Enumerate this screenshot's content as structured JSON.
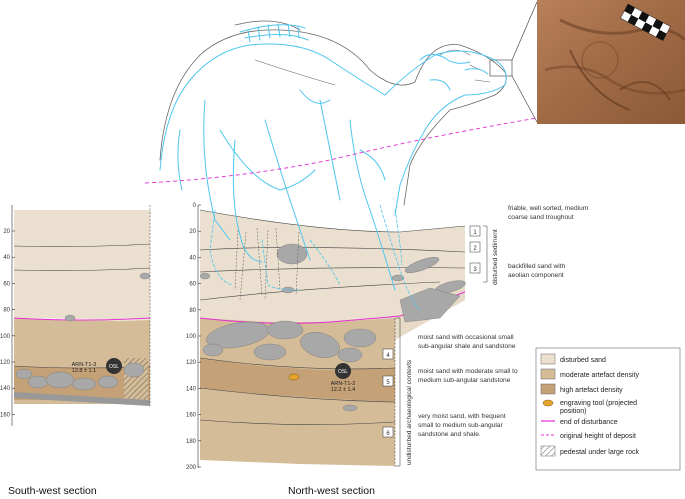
{
  "captions": {
    "southwest": "South-west section",
    "northwest": "North-west section"
  },
  "southwest_axis": [
    "20",
    "40",
    "60",
    "80",
    "100",
    "120",
    "140",
    "160"
  ],
  "northwest_axis": [
    "0",
    "20",
    "40",
    "60",
    "80",
    "100",
    "120",
    "140",
    "160",
    "180",
    "200"
  ],
  "unit_boxes": [
    "1",
    "2",
    "3",
    "4",
    "5",
    "6"
  ],
  "descriptions": {
    "d1_line1": "friable, well sorted, medium",
    "d1_line2": "coarse sand troughout",
    "d3_line1": "backfilled sand with",
    "d3_line2": "aeolian component",
    "d4_line1": "moist sand with occasional small",
    "d4_line2": "sub-angular shale and sandstone",
    "d5_line1": "moist sand with moderate small to",
    "d5_line2": "medium sub-angular sandstone",
    "d6_line1": "very moist sand, with frequent",
    "d6_line2": "small to medium sub-angular",
    "d6_line3": "sandstone and shale."
  },
  "group_labels": {
    "disturbed": "disturbed sediment",
    "undisturbed": "undisturbed archaeological contexts"
  },
  "samples": {
    "sw_id": "ARN-T1-3",
    "sw_age": "12.8 ± 1.1",
    "nw_id": "ARN-T1-2",
    "nw_age": "12.2 ± 1.4",
    "osl": "OSL"
  },
  "legend": [
    {
      "label": "disturbed sand",
      "color": "#ebe0cf"
    },
    {
      "label": "moderate artefact density",
      "color": "#d5bc98"
    },
    {
      "label": "high artefact density",
      "color": "#c4a176"
    },
    {
      "label": "engraving tool (projected position)",
      "line1": "engraving tool (projected",
      "line2": "position)",
      "color": "#e6a52a"
    },
    {
      "label": "end of disturbance",
      "color": "#e52fd3"
    },
    {
      "label": "original height of deposit",
      "color": "#e52fd3"
    },
    {
      "label": "pedestal under large rock",
      "color": "#ffffff"
    }
  ],
  "colors": {
    "disturbed": "#ebe0cf",
    "moderate": "#d5bc98",
    "high": "#c4a176",
    "rock": "#a8a8a8",
    "magenta": "#e52fd3",
    "camel_blue": "#4fc6ee",
    "camel_grey": "#666666"
  }
}
